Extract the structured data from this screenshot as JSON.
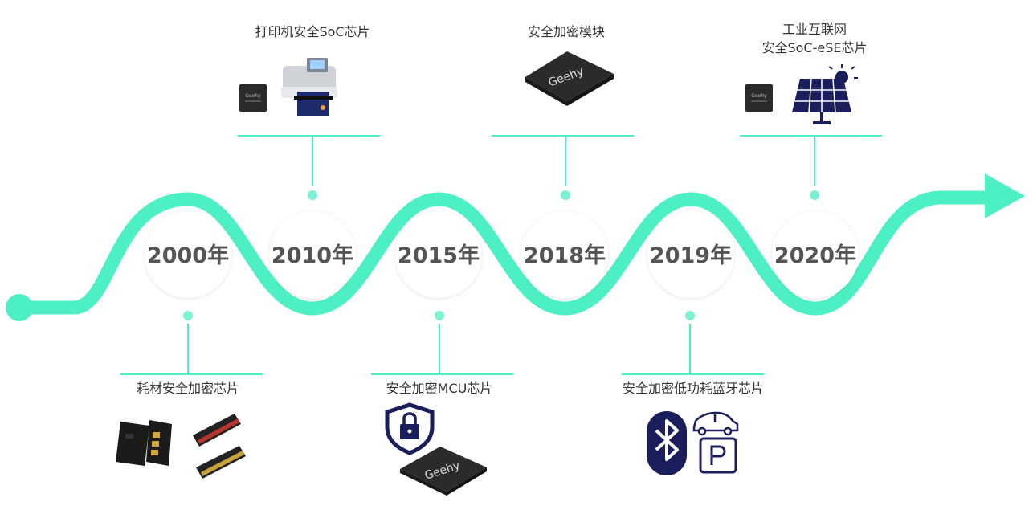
{
  "timeline": {
    "accent": "#4DF0C4",
    "years": [
      "2000年",
      "2010年",
      "2015年",
      "2018年",
      "2019年",
      "2020年"
    ]
  },
  "milestones": {
    "m2000": "耗材安全加密芯片",
    "m2010": "打印机安全SoC芯片",
    "m2015": "安全加密MCU芯片",
    "m2018": "安全加密模块",
    "m2019": "安全加密低功耗蓝牙芯片",
    "m2020_line1": "工业互联网",
    "m2020_line2": "安全SoC-eSE芯片"
  },
  "chip_logo": "Geehy",
  "icons": [
    "toner-chip-icon",
    "toner-cartridge-icon",
    "printer-icon",
    "chip-icon",
    "shield-lock-icon",
    "bluetooth-icon",
    "car-icon",
    "parking-icon",
    "solar-panel-icon"
  ]
}
